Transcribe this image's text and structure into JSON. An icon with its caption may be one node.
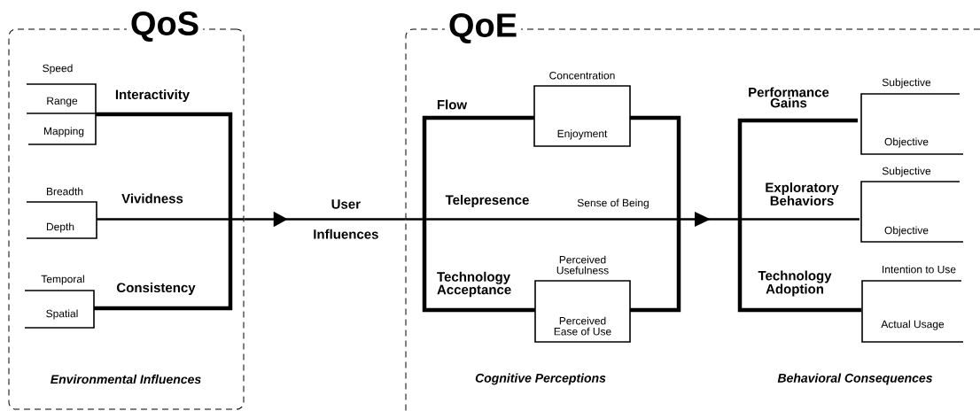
{
  "diagram": {
    "nodes": [
      {
        "text": [
          "QoS",
          "Environmental Influences"
        ]
      },
      {
        "text": [
          "QoE",
          "Cognitive Perceptions",
          "Behavioral Consequences"
        ]
      },
      {
        "text": [
          "Concentration",
          "Enjoyment"
        ],
        "in": 1
      },
      {
        "text": [
          "Perceived Usefulness",
          "Perceived Ease of Use"
        ],
        "in": 1
      }
    ],
    "edges": [
      {
        "from": 0,
        "to": 1,
        "arrow": "to",
        "label": "User Influences"
      }
    ],
    "labels": [
      "Speed",
      "Range",
      "Mapping",
      "Interactivity",
      "Breadth",
      "Depth",
      "Vividness",
      "Temporal",
      "Spatial",
      "Consistency",
      "Flow",
      "Telepresence",
      "Sense of Being",
      "Technology Acceptance",
      "Performance Gains",
      "Subjective",
      "Objective",
      "Exploratory Behaviors",
      "Subjective",
      "Objective",
      "Technology Adoption",
      "Intention to Use",
      "Actual Usage"
    ]
  }
}
